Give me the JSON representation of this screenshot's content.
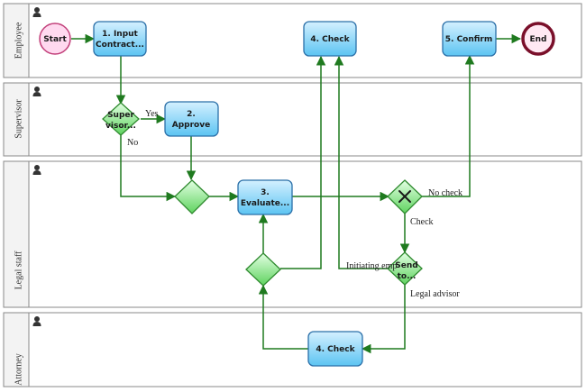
{
  "colors": {
    "flow": "#1f7a1f",
    "task_fill_top": "#d4f0ff",
    "task_fill_bottom": "#5cc4f2",
    "task_stroke": "#2a6fa8",
    "gateway_fill_top": "#e3ffe3",
    "gateway_fill_bottom": "#5ed35e",
    "gateway_stroke": "#2f8a2f",
    "start_fill": "#ffd9ef",
    "start_stroke": "#c2407a",
    "end_fill": "#ffe9f3",
    "end_stroke": "#7a0f2a",
    "lane_header": "#f3f3f3",
    "lane_border": "#8a8a8a"
  },
  "lanes": [
    {
      "label": "Employee"
    },
    {
      "label": "Supervisor"
    },
    {
      "label": "Legal staff"
    },
    {
      "label": "Attorney"
    }
  ],
  "nodes": {
    "start": {
      "label": "Start"
    },
    "end": {
      "label": "End"
    },
    "input_contract": {
      "line1": "1. Input",
      "line2": "Contract..."
    },
    "check_employee": {
      "label": "4. Check"
    },
    "confirm": {
      "label": "5. Confirm"
    },
    "supervisor_gateway": {
      "line1": "Super",
      "line2": "visor..."
    },
    "approve": {
      "line1": "2.",
      "line2": "Approve"
    },
    "evaluate": {
      "line1": "3.",
      "line2": "Evaluate..."
    },
    "send_gateway": {
      "line1": "Send",
      "line2": "to..."
    },
    "check_attorney": {
      "label": "4. Check"
    }
  },
  "edge_labels": {
    "yes": "Yes",
    "no": "No",
    "no_check": "No check",
    "check": "Check",
    "initiating": "Initiating emp",
    "legal_advisor": "Legal advisor"
  }
}
